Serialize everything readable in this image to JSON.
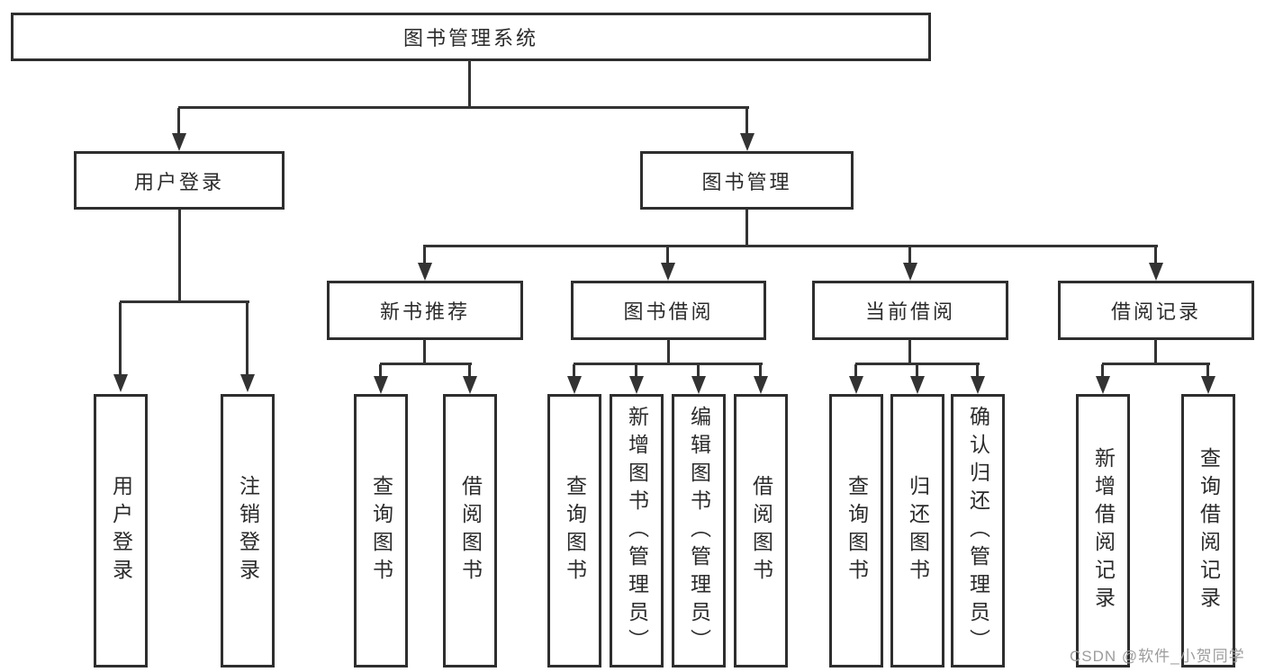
{
  "colors": {
    "box_border": "#2e2e2e",
    "connector_line": "#333333",
    "text": "#2b2b2b",
    "watermark_text": "#9c9c9c",
    "background": "#ffffff"
  },
  "tree": {
    "root": {
      "label": "图书管理系统"
    },
    "branches": [
      {
        "label": "用户登录",
        "children": [
          {
            "label": "用户登录"
          },
          {
            "label": "注销登录"
          }
        ]
      },
      {
        "label": "图书管理",
        "children": [
          {
            "label": "新书推荐",
            "children": [
              {
                "label": "查询图书"
              },
              {
                "label": "借阅图书"
              }
            ]
          },
          {
            "label": "图书借阅",
            "children": [
              {
                "label": "查询图书"
              },
              {
                "label": "新增图书（管理员）"
              },
              {
                "label": "编辑图书（管理员）"
              },
              {
                "label": "借阅图书"
              }
            ]
          },
          {
            "label": "当前借阅",
            "children": [
              {
                "label": "查询图书"
              },
              {
                "label": "归还图书"
              },
              {
                "label": "确认归还（管理员）"
              }
            ]
          },
          {
            "label": "借阅记录",
            "children": [
              {
                "label": "新增借阅记录"
              },
              {
                "label": "查询借阅记录"
              }
            ]
          }
        ]
      }
    ]
  },
  "watermark": "CSDN @软件_小贺同学"
}
